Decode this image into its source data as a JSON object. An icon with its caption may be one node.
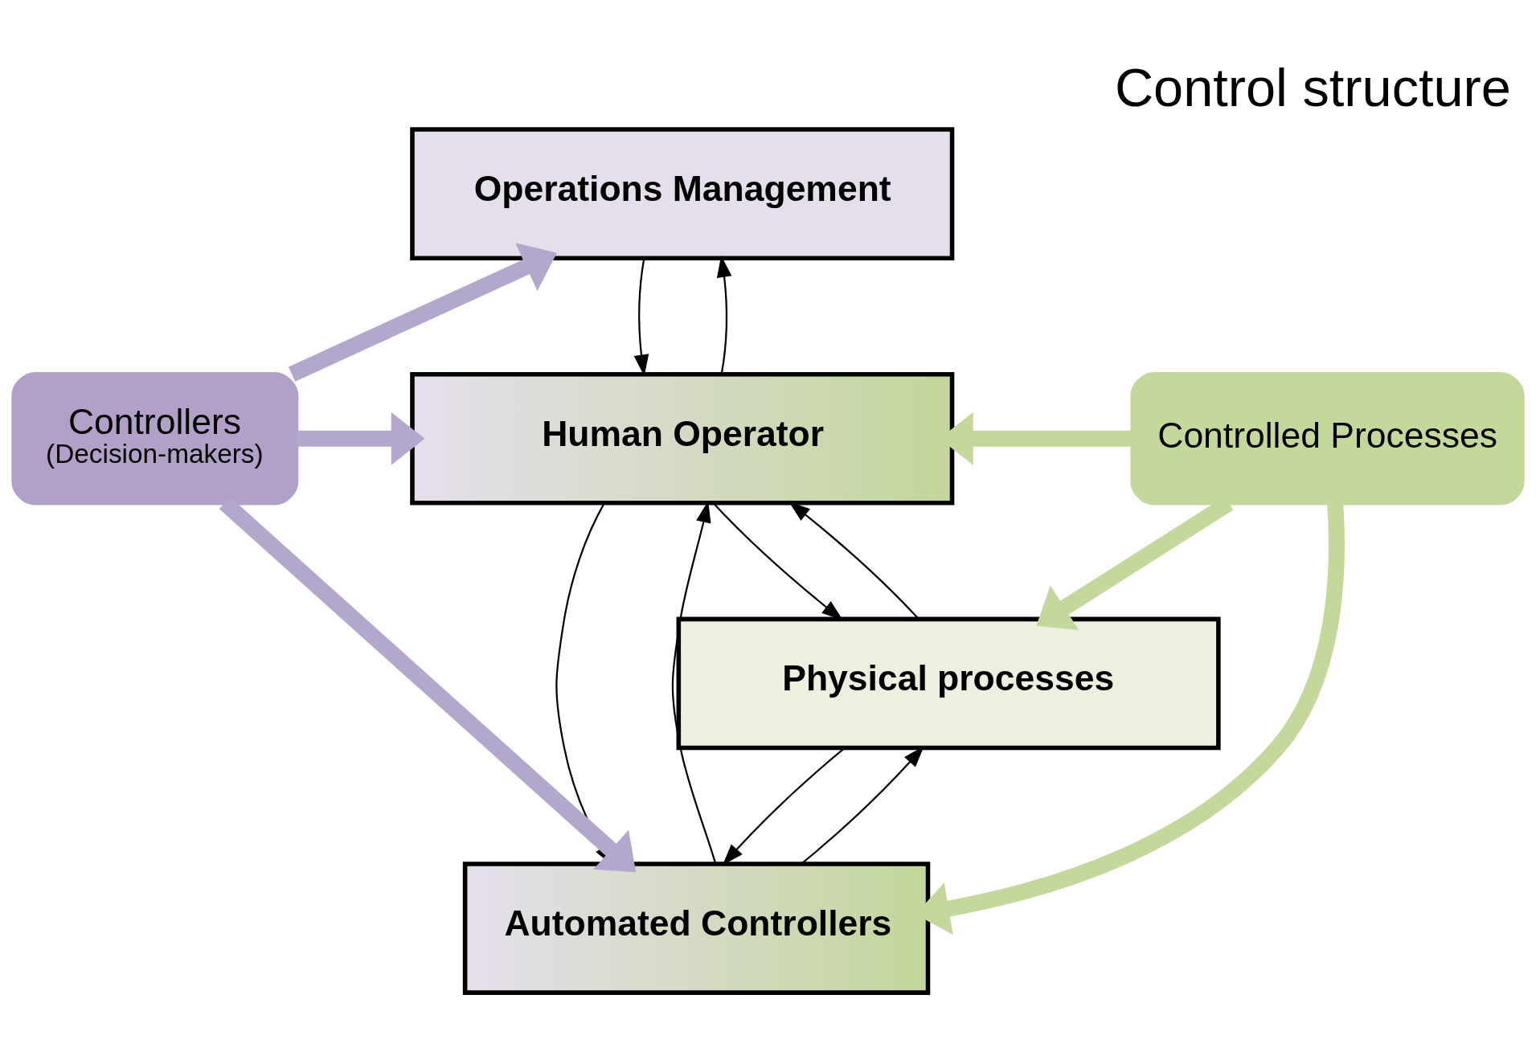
{
  "diagram": {
    "title": "Control structure",
    "nodes": [
      {
        "text": [
          "Operations Management"
        ]
      },
      {
        "text": [
          "Human Operator"
        ]
      },
      {
        "text": [
          "Automated Controllers"
        ]
      },
      {
        "text": [
          "Physical processes"
        ]
      },
      {
        "text": [
          "Controllers",
          "(Decision-makers)"
        ]
      },
      {
        "text": [
          "Controlled Processes"
        ]
      }
    ],
    "edges": [
      {
        "from": 0,
        "to": 1,
        "arrow": "to"
      },
      {
        "from": 1,
        "to": 0,
        "arrow": "to"
      },
      {
        "from": 1,
        "to": 2,
        "arrow": "to"
      },
      {
        "from": 2,
        "to": 1,
        "arrow": "to"
      },
      {
        "from": 1,
        "to": 3,
        "arrow": "to"
      },
      {
        "from": 3,
        "to": 1,
        "arrow": "to"
      },
      {
        "from": 2,
        "to": 3,
        "arrow": "to"
      },
      {
        "from": 3,
        "to": 2,
        "arrow": "to"
      },
      {
        "from": 4,
        "to": 0,
        "arrow": "to",
        "style": "thick",
        "color": "#b4a7cc"
      },
      {
        "from": 4,
        "to": 1,
        "arrow": "to",
        "style": "thick",
        "color": "#b4a7cc"
      },
      {
        "from": 4,
        "to": 2,
        "arrow": "to",
        "style": "thick",
        "color": "#b4a7cc"
      },
      {
        "from": 5,
        "to": 1,
        "arrow": "to",
        "style": "thick",
        "color": "#c5d89c"
      },
      {
        "from": 5,
        "to": 2,
        "arrow": "to",
        "style": "thick",
        "color": "#c5d89c"
      },
      {
        "from": 5,
        "to": 3,
        "arrow": "to",
        "style": "thick",
        "color": "#c5d89c"
      }
    ]
  }
}
